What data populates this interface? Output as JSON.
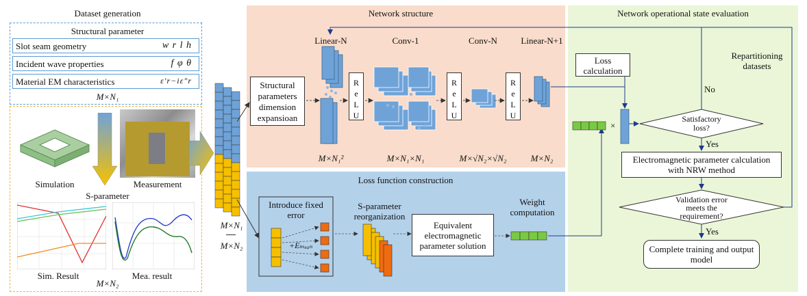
{
  "dataset": {
    "title": "Dataset generation",
    "struct_header": "Structural parameter",
    "rows": [
      {
        "label": "Slot seam geometry",
        "symbols": "w    r    l    h"
      },
      {
        "label": "Incident wave properties",
        "symbols": "f   φ    θ"
      },
      {
        "label": "Material EM characteristics",
        "symbols": "ε′r−iε″r"
      }
    ],
    "size1": "M×N₁",
    "simulation": "Simulation",
    "measurement": "Measurement",
    "sparam": "S-parameter",
    "sim_result": "Sim. Result",
    "mea_result": "Mea. result",
    "size2": "M×N₂",
    "stack_size1": "M×N₁",
    "stack_size2": "M×N₂"
  },
  "network": {
    "title": "Network structure",
    "linear_n": "Linear-N",
    "conv1": "Conv-1",
    "convn": "Conv-N",
    "linear_n1": "Linear-N+1",
    "expansion_box": "Structural parameters dimension expansioan",
    "relu": [
      "R",
      "e",
      "L",
      "U"
    ],
    "dims": [
      "M×N₁²",
      "M×N₁×N₁",
      "M×√N₂×√N₂",
      "M×N₂"
    ]
  },
  "loss": {
    "title": "Loss function construction",
    "introduce": "Introduce fixed error",
    "emean": "+Eₘₑₐₙ",
    "reorg": "S-parameter reorganization",
    "equivalent": "Equivalent electromagnetic parameter solution",
    "weight": "Weight computation"
  },
  "evaluation": {
    "title": "Network operational state evaluation",
    "loss_calc": "Loss calculation",
    "repartition": "Repartitioning datasets",
    "no": "No",
    "satisfactory": "Satisfactory loss?",
    "yes1": "Yes",
    "em_calc": "Electromagnetic parameter calculation with NRW method",
    "validation": "Validation error meets the requirement?",
    "yes2": "Yes",
    "complete": "Complete training and output model",
    "times": "×"
  },
  "colors": {
    "network_bg": "#f9dccb",
    "loss_bg": "#b4d1ea",
    "eval_bg": "#eaf6d7",
    "blue_block": "#6fa3d8",
    "yellow_block": "#f6c000",
    "orange_block": "#f06a10",
    "green_block": "#7ac943"
  }
}
